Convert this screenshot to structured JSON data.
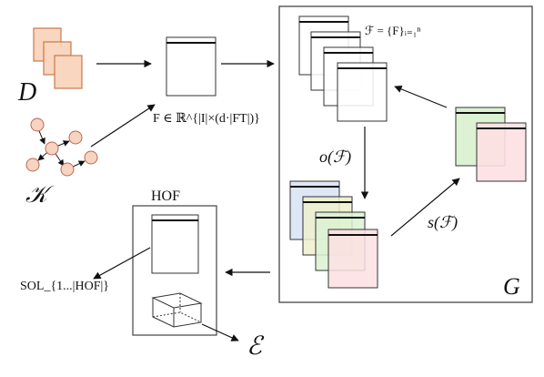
{
  "labels": {
    "d": "D",
    "k": "𝒦",
    "feature_matrix": "F ∈ ℝ^{|I|×(d·|FT|)}",
    "feature_set": "ℱ = {F}ᵢ₌₁ⁿ",
    "operator_o": "o(ℱ)",
    "operator_s": "s(ℱ)",
    "g": "G",
    "hof": "HOF",
    "sol": "SOL_{1...|HOF|}",
    "e": "ℰ"
  },
  "colors": {
    "stroke": "#222222",
    "orange_fill": "#f9d6bf",
    "orange_stroke": "#c77a4d",
    "node_fill": "#f7d3c2",
    "node_stroke": "#b86b4b",
    "blue_fill": "#dde7f5",
    "yellow_fill": "#eef0cd",
    "green_fill": "#dcf2d2",
    "pink_fill": "#fde0e3"
  },
  "icons": {
    "dataset": "stacked-document-icon",
    "graph": "knowledge-graph-icon",
    "cube": "wireframe-box-icon"
  }
}
